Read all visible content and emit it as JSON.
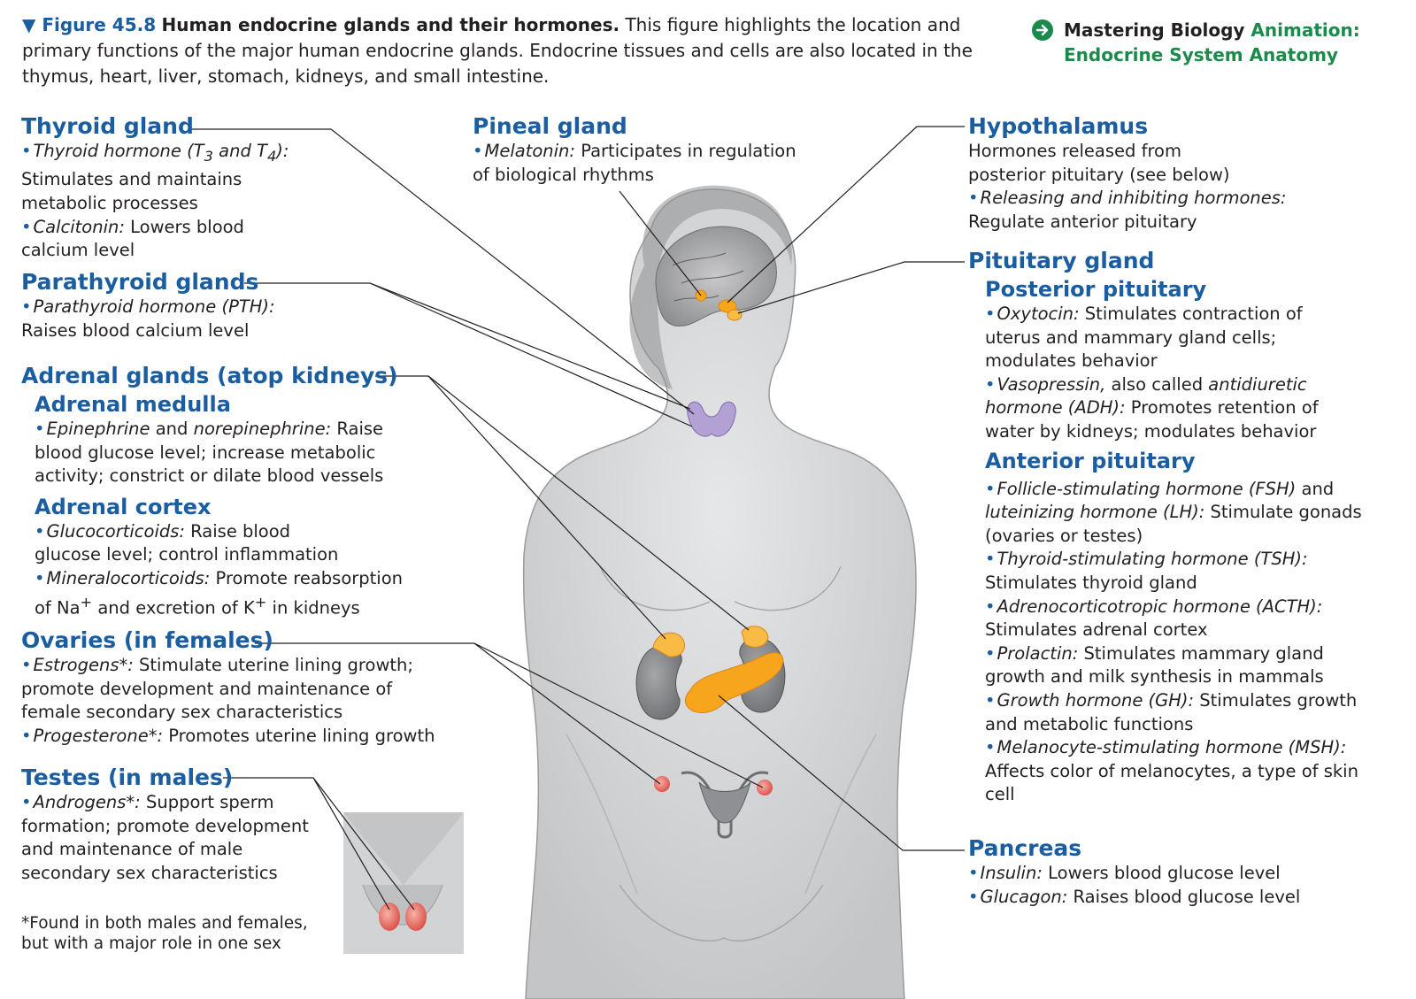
{
  "caption": {
    "figure_label": "▼ Figure 45.8",
    "title": "Human endocrine glands and their hormones.",
    "body": "This figure highlights the location and primary functions of the major human endocrine glands. Endocrine tissues and cells are also located in the thymus, heart, liver, stomach, kidneys, and small intestine."
  },
  "mastering": {
    "brand": "Mastering Biology",
    "kind": "Animation:",
    "title": "Endocrine System Anatomy"
  },
  "thyroid": {
    "title": "Thyroid gland",
    "h1_name": "Thyroid hormone",
    "h1_paren": "(T",
    "h1_sub3": "3",
    "h1_and": " and T",
    "h1_sub4": "4",
    "h1_end": "):",
    "h1_desc": "Stimulates and maintains metabolic processes",
    "h2_name": "Calcitonin:",
    "h2_desc": "Lowers blood calcium level"
  },
  "parathyroid": {
    "title": "Parathyroid glands",
    "h1_name": "Parathyroid hormone (PTH):",
    "h1_desc": "Raises blood calcium level"
  },
  "adrenal": {
    "title": "Adrenal glands (atop kidneys)",
    "medulla_title": "Adrenal medulla",
    "m1_a": "Epinephrine",
    "m1_and": " and ",
    "m1_b": "norepinephrine:",
    "m1_desc": "Raise blood glucose level; increase metabolic activity; constrict or dilate blood vessels",
    "cortex_title": "Adrenal cortex",
    "c1_name": "Glucocorticoids:",
    "c1_desc": "Raise blood glucose level; control inflammation",
    "c2_name": "Mineralocorticoids:",
    "c2_desc1": "Promote reabsorption of Na",
    "c2_sup1": "+",
    "c2_desc2": " and excretion of K",
    "c2_sup2": "+",
    "c2_desc3": " in kidneys"
  },
  "ovaries": {
    "title": "Ovaries (in females)",
    "h1_name": "Estrogens*:",
    "h1_desc": "Stimulate uterine lining growth; promote development and maintenance of female secondary sex characteristics",
    "h2_name": "Progesterone*:",
    "h2_desc": "Promotes uterine lining growth"
  },
  "testes": {
    "title": "Testes (in males)",
    "h1_name": "Androgens*:",
    "h1_desc": "Support sperm formation; promote development and maintenance of male secondary sex characteristics"
  },
  "footnote": "*Found in both males and females, but with a major role in one sex",
  "pineal": {
    "title": "Pineal gland",
    "h1_name": "Melatonin:",
    "h1_desc": "Participates in regulation of biological rhythms"
  },
  "hypothalamus": {
    "title": "Hypothalamus",
    "line1": "Hormones released from posterior pituitary (see below)",
    "h1_name": "Releasing and inhibiting hormones:",
    "h1_desc": "Regulate anterior pituitary"
  },
  "pituitary": {
    "title": "Pituitary gland",
    "posterior_title": "Posterior pituitary",
    "p1_name": "Oxytocin:",
    "p1_desc": "Stimulates contraction of uterus and mammary gland cells; modulates behavior",
    "p2_name": "Vasopressin,",
    "p2_mid": " also called ",
    "p2_alt": "antidiuretic hormone (ADH):",
    "p2_desc": "Promotes retention of water by kidneys; modulates behavior",
    "anterior_title": "Anterior pituitary",
    "a1_name": "Follicle-stimulating hormone (FSH)",
    "a1_and": " and ",
    "a1_name2": "luteinizing hormone (LH):",
    "a1_desc": "Stimulate gonads (ovaries or testes)",
    "a2_name": "Thyroid-stimulating hormone (TSH):",
    "a2_desc": "Stimulates thyroid gland",
    "a3_name": "Adrenocorticotropic hormone (ACTH):",
    "a3_desc": "Stimulates adrenal cortex",
    "a4_name": "Prolactin:",
    "a4_desc": "Stimulates mammary gland growth and milk synthesis in mammals",
    "a5_name": "Growth hormone (GH):",
    "a5_desc": "Stimulates growth and metabolic functions",
    "a6_name": "Melanocyte-stimulating hormone (MSH):",
    "a6_desc": "Affects color of melanocytes, a type of skin cell"
  },
  "pancreas": {
    "title": "Pancreas",
    "h1_name": "Insulin:",
    "h1_desc": "Lowers blood glucose level",
    "h2_name": "Glucagon:",
    "h2_desc": "Raises blood glucose level"
  },
  "colors": {
    "heading": "#1a5da0",
    "mastering_green": "#1b8a4b",
    "body_gray": "#d2d3d5",
    "gland_orange": "#f7a51d",
    "thyroid_purple": "#b3a1d6",
    "gonad_red": "#e8524f"
  }
}
